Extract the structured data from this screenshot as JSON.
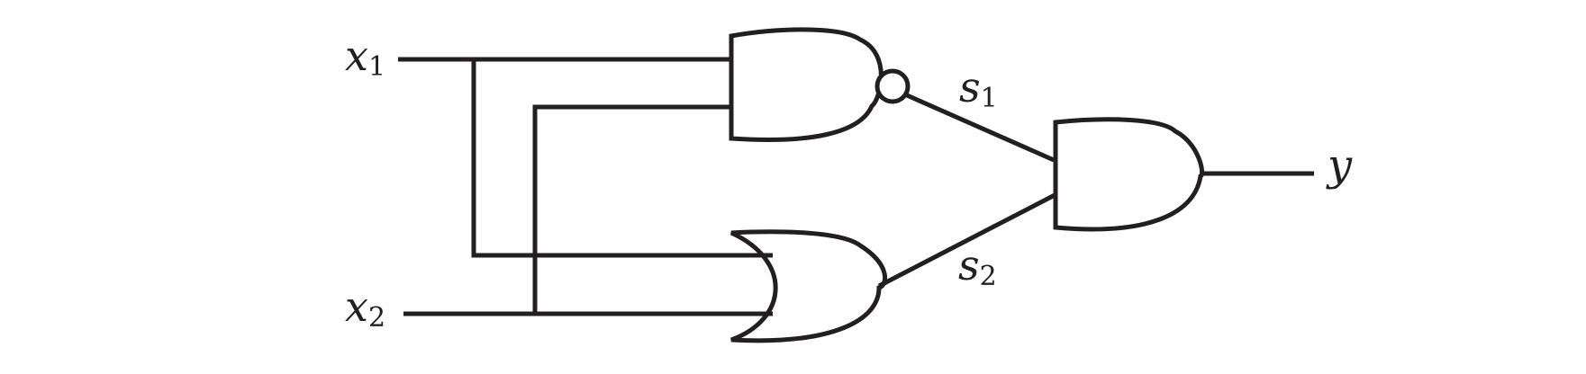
{
  "inputs": {
    "x1": {
      "symbol": "x",
      "index": "1"
    },
    "x2": {
      "symbol": "x",
      "index": "2"
    }
  },
  "signals": {
    "s1": {
      "symbol": "s",
      "index": "1"
    },
    "s2": {
      "symbol": "s",
      "index": "2"
    }
  },
  "output": {
    "symbol": "y"
  },
  "gates": {
    "gate1": "nand-icon",
    "gate2": "or-icon",
    "gate3": "and-icon"
  },
  "colors": {
    "stroke": "#231f20",
    "background": "#ffffff"
  }
}
